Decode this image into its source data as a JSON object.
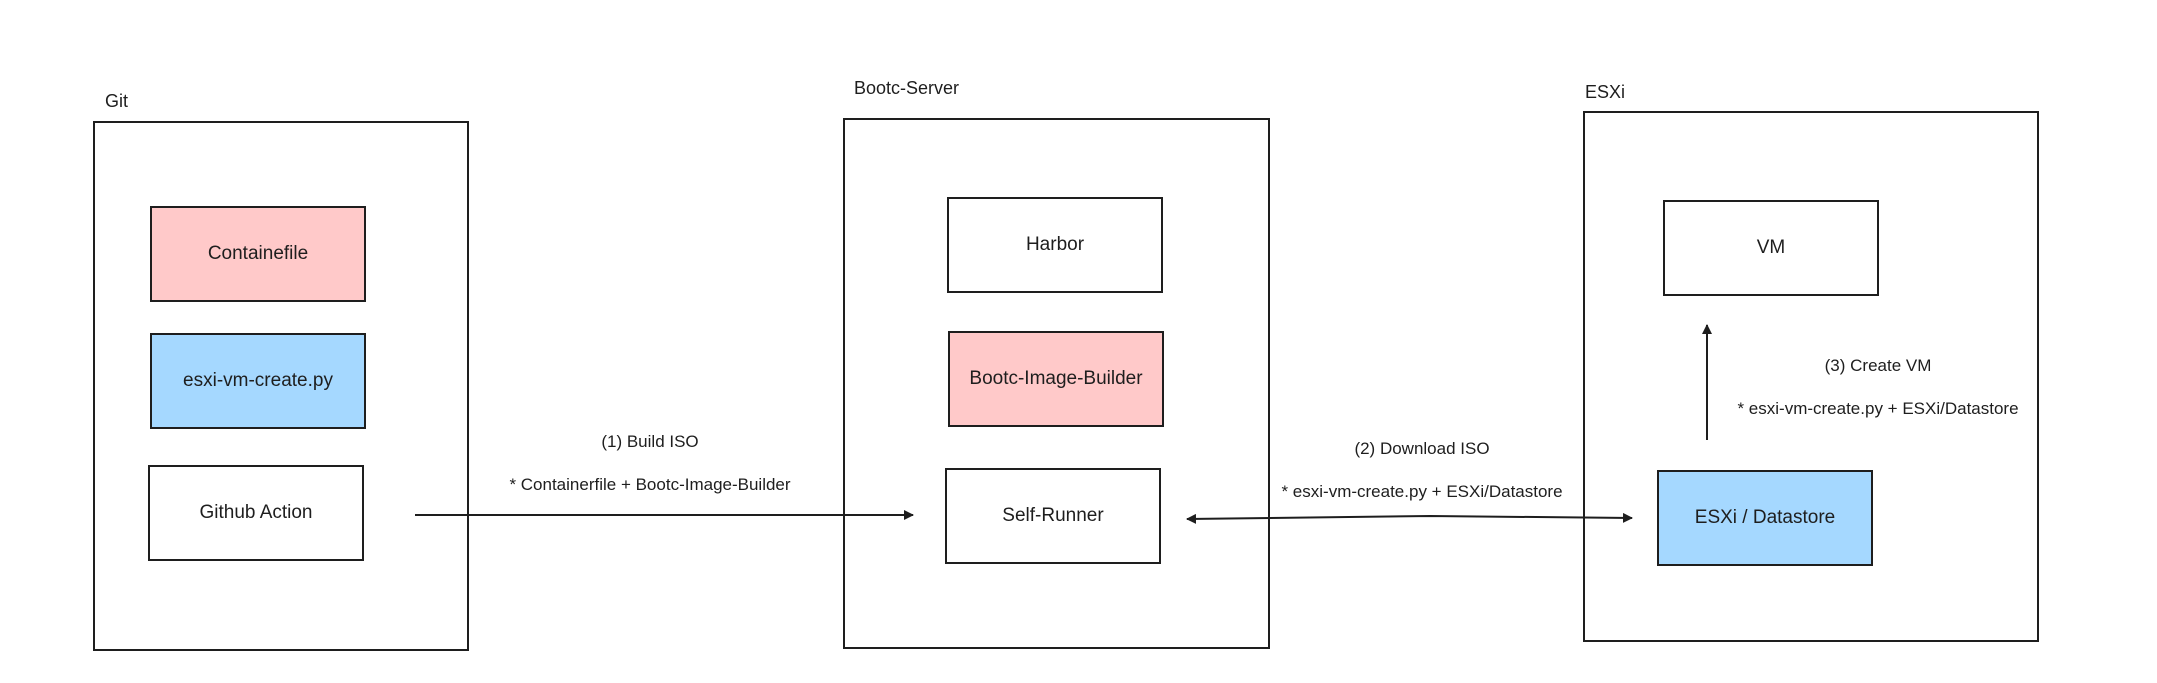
{
  "colors": {
    "stroke": "#1e1e1e",
    "pink": "#ffc9c9",
    "blue": "#a5d8ff",
    "white": "#ffffff"
  },
  "groups": {
    "git": {
      "label": "Git"
    },
    "bootc": {
      "label": "Bootc-Server"
    },
    "esxi": {
      "label": "ESXi"
    }
  },
  "nodes": {
    "containerfile": {
      "label": "Containefile"
    },
    "esxi_vm_create": {
      "label": "esxi-vm-create.py"
    },
    "github_action": {
      "label": "Github Action"
    },
    "harbor": {
      "label": "Harbor"
    },
    "bootc_image_builder": {
      "label": "Bootc-Image-Builder"
    },
    "self_runner": {
      "label": "Self-Runner"
    },
    "vm": {
      "label": "VM"
    },
    "esxi_datastore": {
      "label": "ESXi / Datastore"
    }
  },
  "edges": {
    "build_iso": {
      "title": "(1) Build ISO",
      "detail": "* Containerfile + Bootc-Image-Builder"
    },
    "download_iso": {
      "title": "(2) Download ISO",
      "detail": "* esxi-vm-create.py + ESXi/Datastore"
    },
    "create_vm": {
      "title": "(3) Create VM",
      "detail": "* esxi-vm-create.py + ESXi/Datastore"
    }
  }
}
